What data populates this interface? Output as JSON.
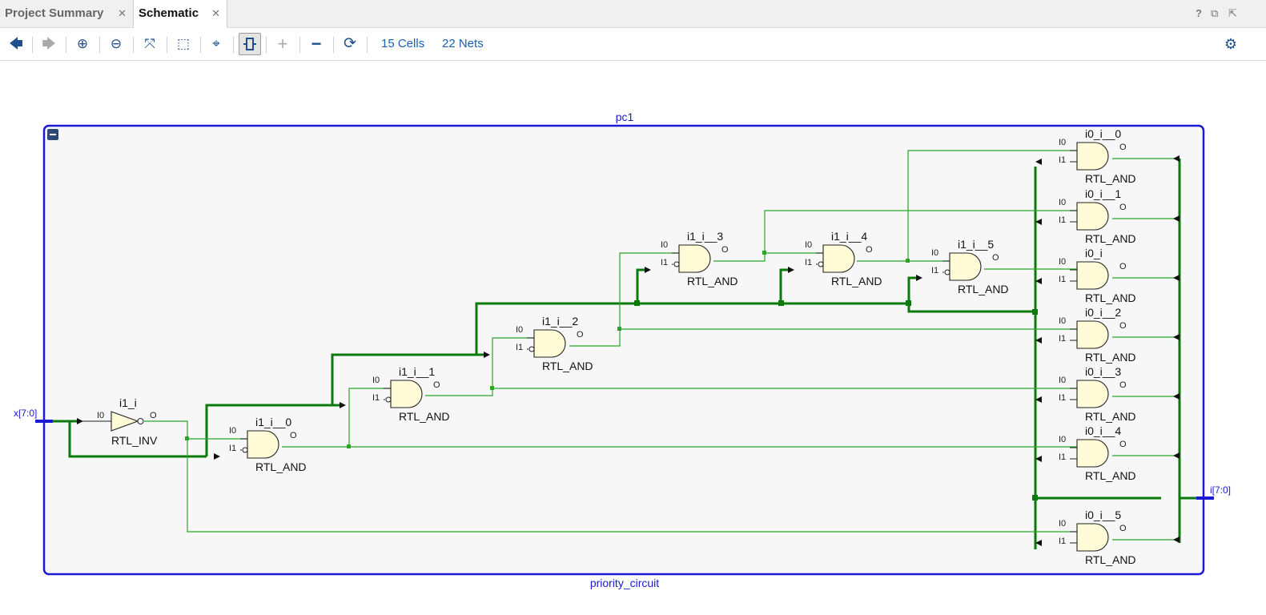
{
  "tabs": {
    "summary": {
      "label": "Project Summary"
    },
    "schematic": {
      "label": "Schematic"
    },
    "close_glyph": "✕"
  },
  "window_controls": {
    "help": "?",
    "restore": "⧉",
    "maximize": "⇱"
  },
  "toolbar": {
    "back": "🡄",
    "forward": "🡆",
    "zoom_in": "⊕",
    "zoom_out": "⊖",
    "fit": "⤧",
    "zoom_area": "⬚",
    "select": "⌖",
    "regenerate": "⟳",
    "expand": "+",
    "collapse": "−",
    "settings": "⚙",
    "cells_label": "15 Cells",
    "nets_label": "22 Nets"
  },
  "schematic": {
    "instance_name": "pc1",
    "module_name": "priority_circuit",
    "collapse_glyph": "−",
    "input_port": "x[7:0]",
    "output_port": "i[7:0]",
    "pin_labels": {
      "in0": "I0",
      "in1": "I1",
      "out": "O"
    },
    "inverter": {
      "name": "i1_i",
      "type": "RTL_INV"
    },
    "chain": [
      {
        "name": "i1_i__0",
        "type": "RTL_AND"
      },
      {
        "name": "i1_i__1",
        "type": "RTL_AND"
      },
      {
        "name": "i1_i__2",
        "type": "RTL_AND"
      },
      {
        "name": "i1_i__3",
        "type": "RTL_AND"
      },
      {
        "name": "i1_i__4",
        "type": "RTL_AND"
      },
      {
        "name": "i1_i__5",
        "type": "RTL_AND"
      }
    ],
    "outputs": [
      {
        "name": "i0_i__0",
        "type": "RTL_AND"
      },
      {
        "name": "i0_i__1",
        "type": "RTL_AND"
      },
      {
        "name": "i0_i",
        "type": "RTL_AND"
      },
      {
        "name": "i0_i__2",
        "type": "RTL_AND"
      },
      {
        "name": "i0_i__3",
        "type": "RTL_AND"
      },
      {
        "name": "i0_i__4",
        "type": "RTL_AND"
      },
      {
        "name": "i0_i__5",
        "type": "RTL_AND"
      }
    ],
    "colors": {
      "frame": "#1a1ad6",
      "wire": "#2aa52a",
      "bus": "#0a7a0a",
      "gate_fill": "#fffbd6",
      "port": "#1a1ad6"
    }
  }
}
